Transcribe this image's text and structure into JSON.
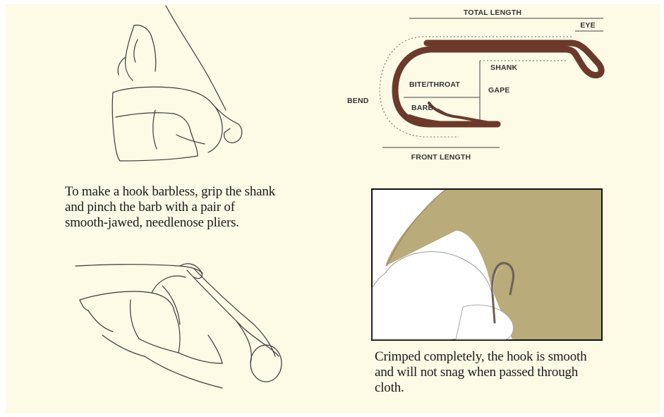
{
  "diagram": {
    "labels": {
      "total_length": "TOTAL LENGTH",
      "eye": "EYE",
      "shank": "SHANK",
      "bite_throat": "BITE/THROAT",
      "gape": "GAPE",
      "bend": "BEND",
      "barb": "BARB",
      "front_length": "FRONT LENGTH"
    },
    "colors": {
      "hook": "#6b3a2a",
      "lines": "#444444",
      "panel": "#fdfae6",
      "cloth": "#b9ab7a"
    }
  },
  "captions": {
    "step1": "To make a hook barbless, grip the shank and pinch the barb with a pair of smooth-jawed, needlenose pliers.",
    "step2": "Crimped completely, the hook is smooth and will not snag when passed through cloth."
  },
  "illustrations": {
    "top_left": "hand-holding-hook-sketch",
    "bottom_left": "hand-with-pliers-sketch",
    "photo": "finger-holding-crimped-hook-photo"
  }
}
